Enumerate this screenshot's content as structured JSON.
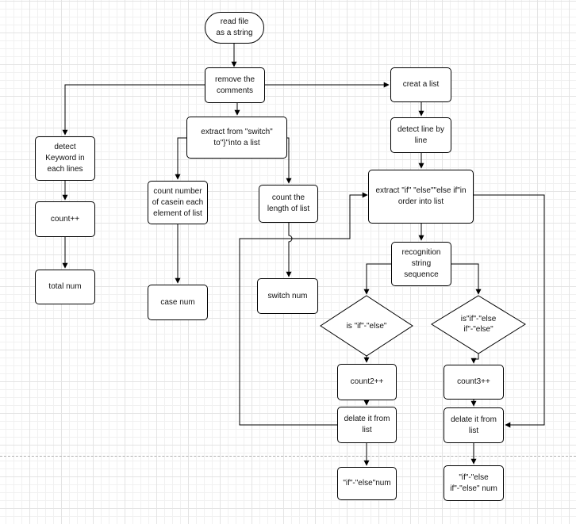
{
  "nodes": {
    "read_file": "read file\nas a string",
    "remove_comments": "remove the\ncomments",
    "creat_list": "creat a list",
    "detect_keyword": "detect\nKeyword in\neach lines",
    "extract_switch": "extract from \"switch\"\nto\"}\"into a list",
    "detect_line": "detect line by\nline",
    "count_plus": "count++",
    "count_case": "count number\nof casein each\nelement of list",
    "count_length": "count the\nlength of list",
    "extract_if": "extract \"if\" \"else\"\"else if\"in\norder into list",
    "recognition": "recognition\nstring\nsequence",
    "total_num": "total num",
    "case_num": "case num",
    "switch_num": "switch num",
    "is_if_else": "is \"if\"-\"else\"",
    "is_if_elseif_else": "is\"if\"-\"else\nif\"-\"else\"",
    "count2": "count2++",
    "count3": "count3++",
    "delate_left": "delate it from\nlist",
    "delate_right": "delate it from\nlist",
    "if_else_num": "\"if\"-\"else\"num",
    "if_elseif_else_num": "\"if\"-\"else\nif\"-\"else\" num"
  }
}
